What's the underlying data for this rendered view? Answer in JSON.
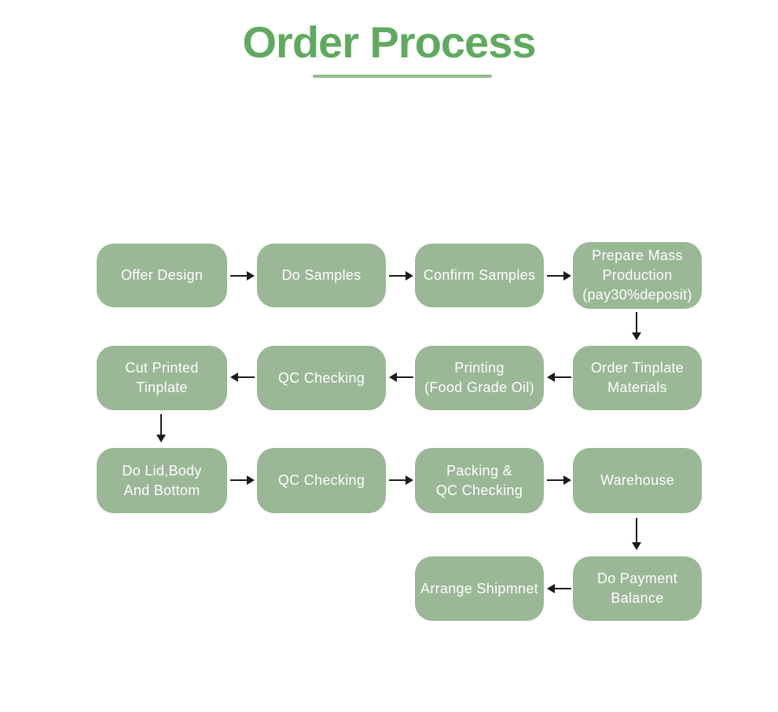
{
  "title": {
    "text": "Order Process"
  },
  "colors": {
    "title_green": "#5FAA5F",
    "underline_green": "#93BD8F",
    "box_green": "#9AB796",
    "box_text": "#FFFFFF",
    "arrow": "#1B1B1B",
    "background": "#FFFFFF"
  },
  "flow": {
    "rows": [
      {
        "name": "row-1",
        "flow_direction": "right",
        "boxes": [
          "Offer Design",
          "Do Samples",
          "Confirm Samples",
          "Prepare Mass\nProduction\n(pay30%deposit)"
        ]
      },
      {
        "name": "row-2",
        "flow_direction": "left",
        "boxes": [
          "Cut Printed\nTinplate",
          "QC Checking",
          "Printing\n(Food Grade Oil)",
          "Order Tinplate\nMaterials"
        ]
      },
      {
        "name": "row-3",
        "flow_direction": "right",
        "boxes": [
          "Do Lid,Body\nAnd Bottom",
          "QC Checking",
          "Packing &\nQC Checking",
          "Warehouse"
        ]
      },
      {
        "name": "row-4",
        "flow_direction": "left",
        "boxes": [
          "Arrange Shipmnet",
          "Do Payment\nBalance"
        ]
      }
    ],
    "connectors": [
      "offer-design -> do-samples",
      "do-samples -> confirm-samples",
      "confirm-samples -> prepare-mass-production",
      "prepare-mass-production -> order-tinplate-materials",
      "order-tinplate-materials -> printing-food-grade-oil",
      "printing-food-grade-oil -> qc-checking-1",
      "qc-checking-1 -> cut-printed-tinplate",
      "cut-printed-tinplate -> do-lid-body-and-bottom",
      "do-lid-body-and-bottom -> qc-checking-2",
      "qc-checking-2 -> packing-qc-checking",
      "packing-qc-checking -> warehouse",
      "warehouse -> do-payment-balance",
      "do-payment-balance -> arrange-shipmnet"
    ]
  }
}
